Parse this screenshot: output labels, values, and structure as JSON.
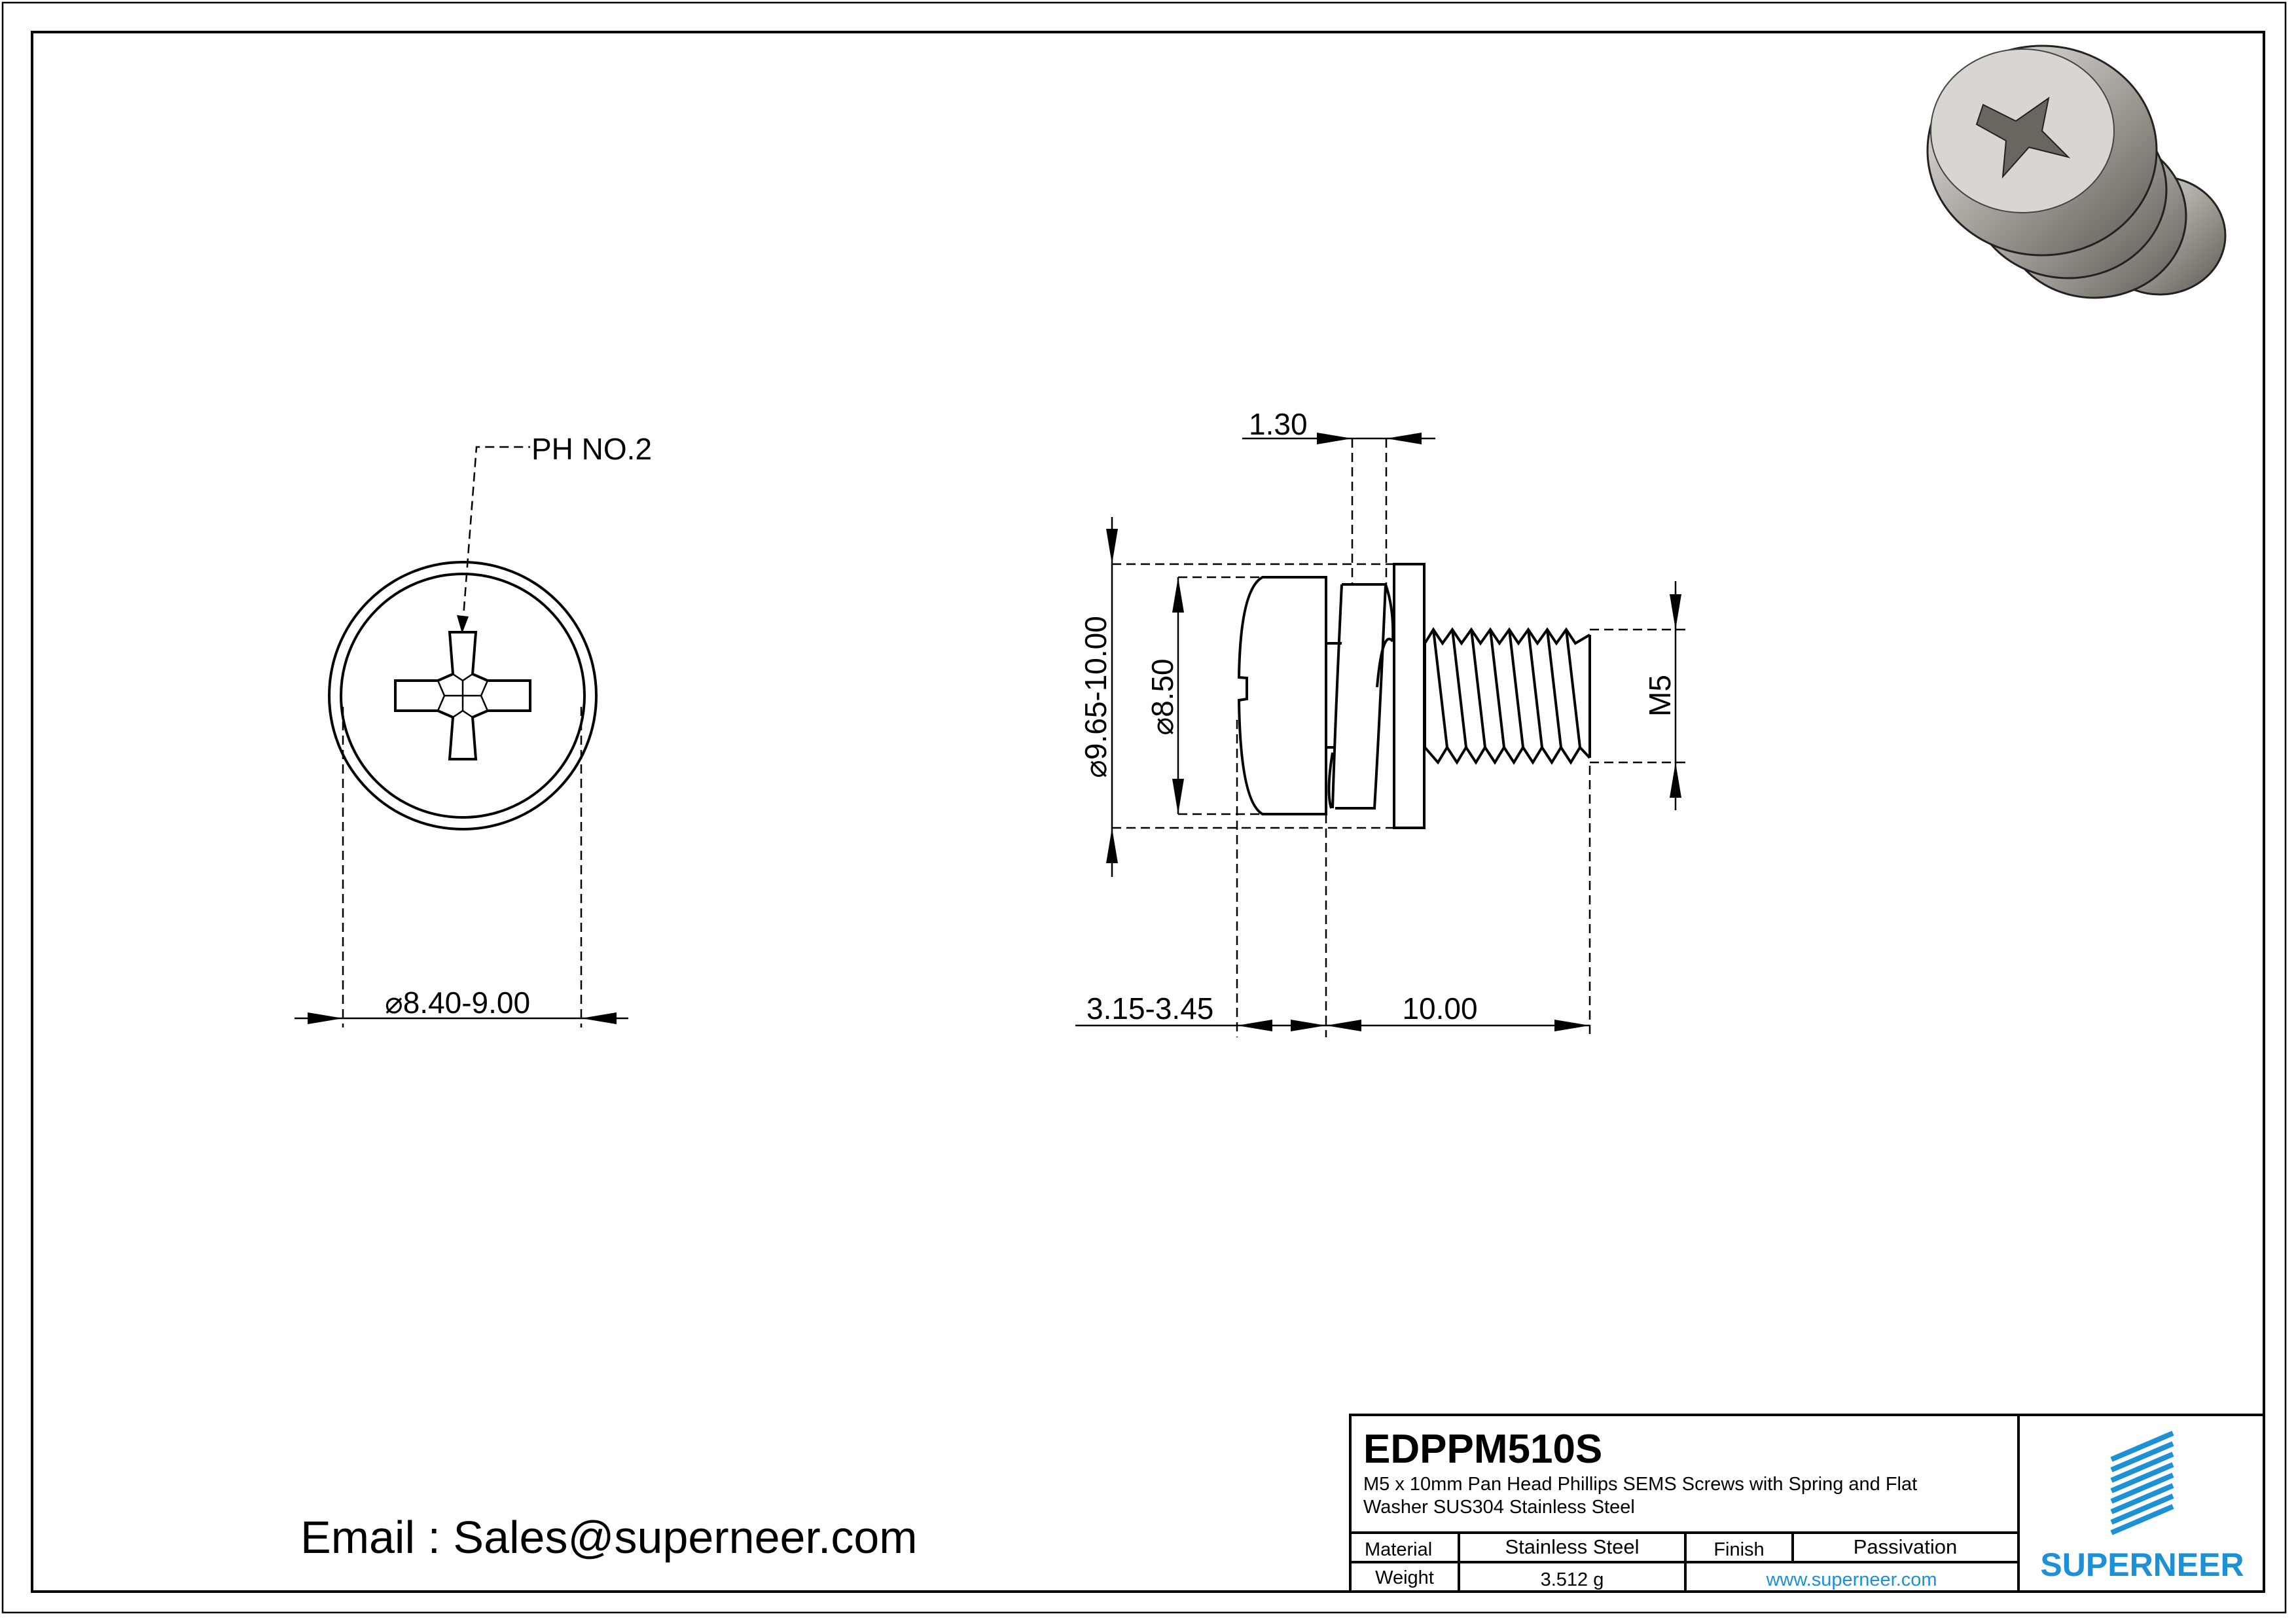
{
  "drawing": {
    "front_view": {
      "drive_label": "PH NO.2",
      "head_diameter": "8.40-9.00"
    },
    "side_view": {
      "lock_washer_thickness": "1.30",
      "flat_washer_diameter": "9.65-10.00",
      "lock_washer_diameter": "8.50",
      "thread_size": "M5",
      "head_height": "3.15-3.45",
      "length": "10.00"
    },
    "diameter_symbol": "⌀"
  },
  "email": "Email : Sales@superneer.com",
  "title_block": {
    "part_number": "EDPPM510S",
    "description_line1": "M5 x 10mm Pan Head Phillips SEMS Screws with Spring and Flat",
    "description_line2": "Washer SUS304 Stainless Steel",
    "material_label": "Material",
    "material_value": "Stainless Steel",
    "finish_label": "Finish",
    "finish_value": "Passivation",
    "weight_label": "Weight",
    "weight_value": "3.512 g",
    "website": "www.superneer.com",
    "brand": "SUPERNEER",
    "brand_color": "#1e90d6"
  }
}
